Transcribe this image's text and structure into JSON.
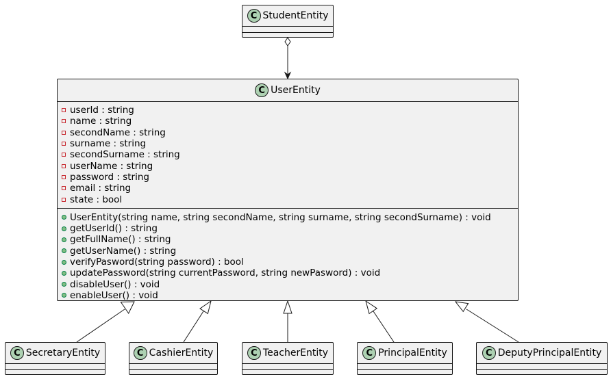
{
  "diagram": {
    "classes": {
      "student": {
        "name": "StudentEntity",
        "stereotype": "C"
      },
      "user": {
        "name": "UserEntity",
        "stereotype": "C",
        "attributes": [
          {
            "visibility": "private",
            "text": "userId : string"
          },
          {
            "visibility": "private",
            "text": "name : string"
          },
          {
            "visibility": "private",
            "text": "secondName : string"
          },
          {
            "visibility": "private",
            "text": "surname : string"
          },
          {
            "visibility": "private",
            "text": "secondSurname : string"
          },
          {
            "visibility": "private",
            "text": "userName : string"
          },
          {
            "visibility": "private",
            "text": "password : string"
          },
          {
            "visibility": "private",
            "text": "email : string"
          },
          {
            "visibility": "private",
            "text": "state : bool"
          }
        ],
        "methods": [
          {
            "visibility": "public",
            "text": "UserEntity(string name, string secondName, string surname, string secondSurname) :  void"
          },
          {
            "visibility": "public",
            "text": "getUserId() : string"
          },
          {
            "visibility": "public",
            "text": "getFullName() : string"
          },
          {
            "visibility": "public",
            "text": "getUserName() : string"
          },
          {
            "visibility": "public",
            "text": "verifyPasword(string password) : bool"
          },
          {
            "visibility": "public",
            "text": "updatePassword(string currentPassword, string newPasword) : void"
          },
          {
            "visibility": "public",
            "text": "disableUser() : void"
          },
          {
            "visibility": "public",
            "text": "enableUser() : void"
          }
        ]
      },
      "secretary": {
        "name": "SecretaryEntity",
        "stereotype": "C"
      },
      "cashier": {
        "name": "CashierEntity",
        "stereotype": "C"
      },
      "teacher": {
        "name": "TeacherEntity",
        "stereotype": "C"
      },
      "principal": {
        "name": "PrincipalEntity",
        "stereotype": "C"
      },
      "deputy": {
        "name": "DeputyPrincipalEntity",
        "stereotype": "C"
      }
    },
    "relations": [
      {
        "from": "StudentEntity",
        "to": "UserEntity",
        "type": "aggregation"
      },
      {
        "from": "SecretaryEntity",
        "to": "UserEntity",
        "type": "inheritance"
      },
      {
        "from": "CashierEntity",
        "to": "UserEntity",
        "type": "inheritance"
      },
      {
        "from": "TeacherEntity",
        "to": "UserEntity",
        "type": "inheritance"
      },
      {
        "from": "PrincipalEntity",
        "to": "UserEntity",
        "type": "inheritance"
      },
      {
        "from": "DeputyPrincipalEntity",
        "to": "UserEntity",
        "type": "inheritance"
      }
    ],
    "colors": {
      "class_fill": "#f1f1f1",
      "border": "#181818",
      "class_icon": "#add1b2",
      "private_marker": "#c82930",
      "public_marker": "#84be84"
    }
  }
}
